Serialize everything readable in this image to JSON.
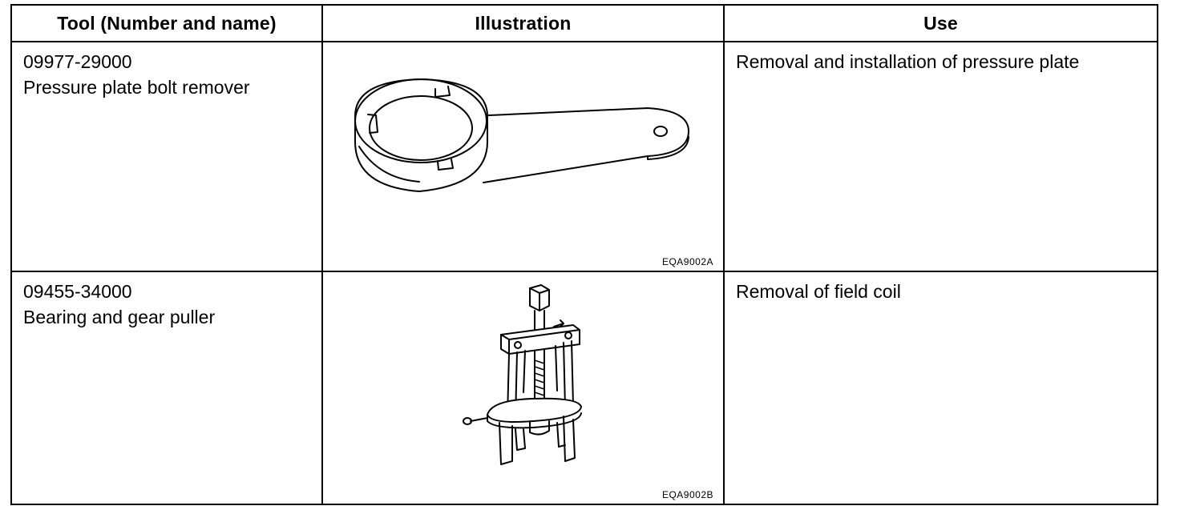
{
  "table": {
    "headers": {
      "tool": "Tool (Number and name)",
      "illustration": "Illustration",
      "use": "Use"
    },
    "rows": [
      {
        "number": "09977-29000",
        "name": "Pressure plate bolt remover",
        "illustration_icon": "ring-wrench-icon",
        "figure_code": "EQA9002A",
        "use": "Removal and installation of pressure plate"
      },
      {
        "number": "09455-34000",
        "name": "Bearing and gear puller",
        "illustration_icon": "gear-puller-icon",
        "figure_code": "EQA9002B",
        "use": "Removal of field coil"
      }
    ]
  }
}
